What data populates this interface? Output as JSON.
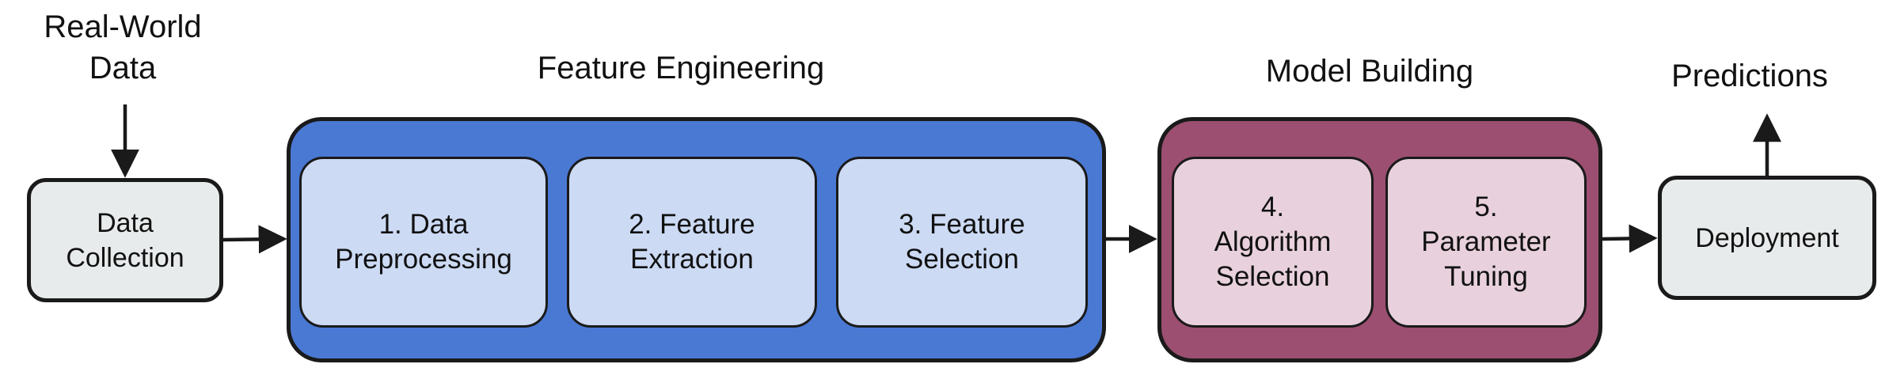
{
  "colors": {
    "outline": "#1a1a1a",
    "plain_box_fill": "#e8ebeb",
    "feature_engineering_fill": "#4a79d4",
    "feature_engineering_inner_fill": "#ccdaf4",
    "model_building_fill": "#9c4f71",
    "model_building_inner_fill": "#e8d1dc"
  },
  "input": {
    "label_line1": "Real-World",
    "label_line2": "Data"
  },
  "data_collection": {
    "line1": "Data",
    "line2": "Collection"
  },
  "feature_engineering": {
    "title": "Feature Engineering",
    "steps": [
      {
        "line1": "1. Data",
        "line2": "Preprocessing"
      },
      {
        "line1": "2. Feature",
        "line2": "Extraction"
      },
      {
        "line1": "3. Feature",
        "line2": "Selection"
      }
    ]
  },
  "model_building": {
    "title": "Model Building",
    "steps": [
      {
        "line1": "4.",
        "line2": "Algorithm",
        "line3": "Selection"
      },
      {
        "line1": "5.",
        "line2": "Parameter",
        "line3": "Tuning"
      }
    ]
  },
  "deployment": {
    "label": "Deployment"
  },
  "output": {
    "label": "Predictions"
  }
}
